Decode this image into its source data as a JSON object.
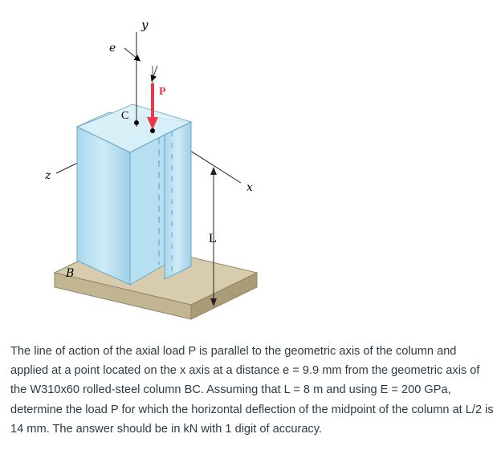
{
  "figure": {
    "labels": {
      "y": "y",
      "e": "e",
      "p": "P",
      "c": "C",
      "z": "z",
      "x": "x",
      "l": "L",
      "b": "B"
    }
  },
  "problem": {
    "text": "The line of action of the axial load P is parallel to the geometric axis of the column and applied at a point located on the x axis at a distance e = 9.9 mm from the geometric axis of the W310x60 rolled-steel column BC. Assuming that L = 8  m and using E = 200 GPa, determine  the load P for which the horizontal deflection of the midpoint of the column at L/2  is 14 mm. The answer should be in kN with 1 digit of accuracy."
  },
  "colors": {
    "column_fill": "#bfe3f3",
    "column_edge": "#6aa7c4",
    "base_top": "#d6ccad",
    "base_side": "#b8ab86",
    "load_arrow": "#e8394a"
  }
}
